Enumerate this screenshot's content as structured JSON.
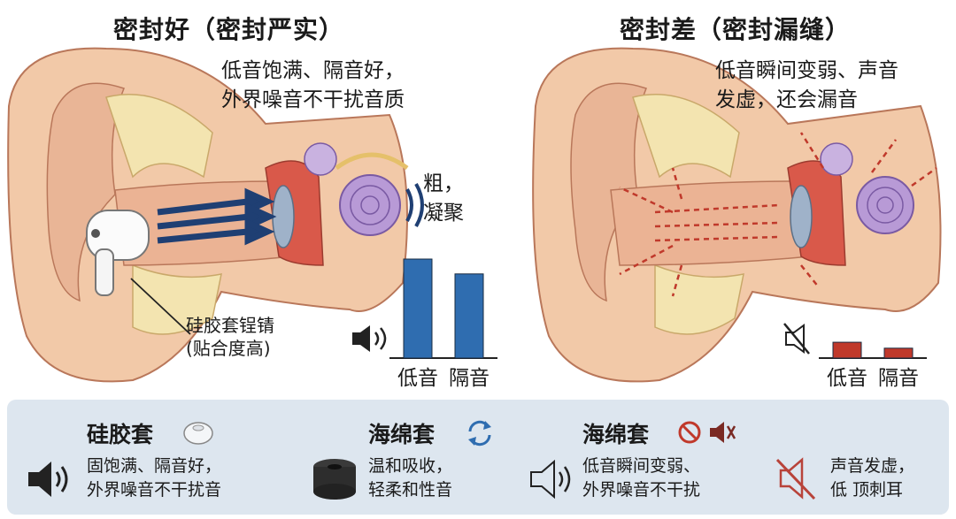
{
  "left": {
    "title": "密封好（密封严实）",
    "caption_line1": "低音饱满、隔音好，",
    "caption_line2": "外界噪音不干扰音质",
    "side_line1": "粗，",
    "side_line2": "凝聚",
    "pointer_line1": "硅胶套锃锖",
    "pointer_line2": "(贴合度高)",
    "chart_labels": [
      "低音",
      "隔音"
    ]
  },
  "right": {
    "title": "密封差（密封漏缝）",
    "caption_line1": "低音瞬间变弱、声音",
    "caption_line2": "发虚，还会漏音",
    "chart_labels": [
      "低音",
      "隔音"
    ]
  },
  "chart_data": [
    {
      "type": "bar",
      "categories": [
        "低音",
        "隔音"
      ],
      "values": [
        100,
        85
      ],
      "ylim": [
        0,
        100
      ],
      "color": "#2f6db0"
    },
    {
      "type": "bar",
      "categories": [
        "低音",
        "隔音"
      ],
      "values": [
        16,
        10
      ],
      "ylim": [
        0,
        100
      ],
      "color": "#c0392b"
    }
  ],
  "panel": {
    "a_title": "硅胶套",
    "a_line1": "固饱满、隔音好，",
    "a_line2": "外界噪音不干扰音",
    "b_title": "海绵套",
    "b_line1": "温和吸收，",
    "b_line2": "轻柔和性音",
    "c_title": "海绵套",
    "c_line1": "低音瞬间变弱、",
    "c_line2": "外界噪音不干扰",
    "d_line1": "声音发虚，",
    "d_line2": "低 顶刺耳"
  },
  "colors": {
    "skin": "#f2c9a8",
    "skin_dark": "#d99576",
    "canal": "#ebb394",
    "bone": "#f3e4b0",
    "cochlea": "#b89ad6",
    "blue_bar": "#2f6db0",
    "red_bar": "#c0392b",
    "panel_bg": "#dde6ef"
  },
  "icons": [
    "speaker-icon",
    "muted-speaker-icon",
    "eartip-icon",
    "refresh-icon",
    "no-entry-icon",
    "foam-tip-icon"
  ]
}
